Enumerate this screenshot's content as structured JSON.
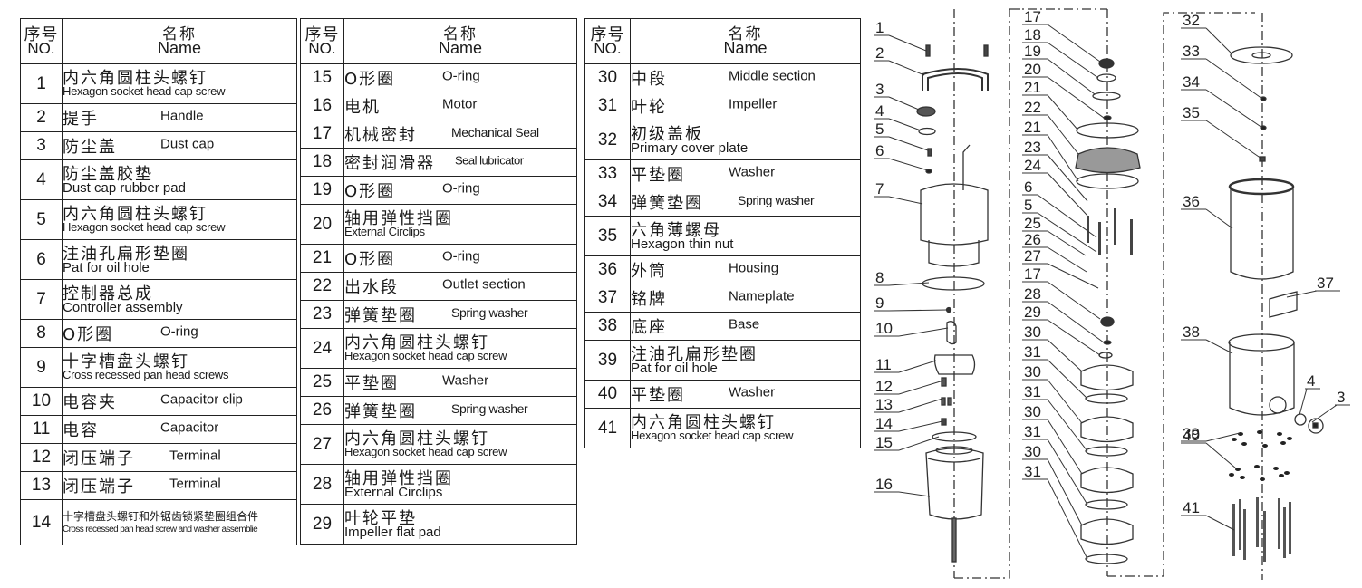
{
  "header": {
    "no_zh": "序号",
    "no_en": "NO.",
    "name_zh": "名称",
    "name_en": "Name"
  },
  "tables": [
    [
      {
        "no": "1",
        "zh": "内六角圆柱头螺钉",
        "en": "Hexagon socket head cap screw",
        "layout": "two"
      },
      {
        "no": "2",
        "zh": "提手",
        "en": "Handle",
        "layout": "inline"
      },
      {
        "no": "3",
        "zh": "防尘盖",
        "en": "Dust cap",
        "layout": "inline"
      },
      {
        "no": "4",
        "zh": "防尘盖胶垫",
        "en": "Dust cap rubber pad",
        "layout": "two-big"
      },
      {
        "no": "5",
        "zh": "内六角圆柱头螺钉",
        "en": "Hexagon socket head cap screw",
        "layout": "two"
      },
      {
        "no": "6",
        "zh": "注油孔扁形垫圈",
        "en": "Pat for oil hole",
        "layout": "two-big"
      },
      {
        "no": "7",
        "zh": "控制器总成",
        "en": "Controller assembly",
        "layout": "two-big"
      },
      {
        "no": "8",
        "zh": "O形圈",
        "en": "O-ring",
        "layout": "inline"
      },
      {
        "no": "9",
        "zh": "十字槽盘头螺钉",
        "en": "Cross recessed pan head screws",
        "layout": "two"
      },
      {
        "no": "10",
        "zh": "电容夹",
        "en": "Capacitor clip",
        "layout": "inline"
      },
      {
        "no": "11",
        "zh": "电容",
        "en": "Capacitor",
        "layout": "inline"
      },
      {
        "no": "12",
        "zh": "闭压端子",
        "en": "Terminal",
        "layout": "inline"
      },
      {
        "no": "13",
        "zh": "闭压端子",
        "en": "Terminal",
        "layout": "inline"
      },
      {
        "no": "14",
        "zh": "十字槽盘头螺钉和外锯齿锁紧垫圈组合件",
        "en": "Cross recessed pan head screw and washer assemblie",
        "layout": "tiny"
      }
    ],
    [
      {
        "no": "15",
        "zh": "O形圈",
        "en": "O-ring",
        "layout": "inline"
      },
      {
        "no": "16",
        "zh": "电机",
        "en": "Motor",
        "layout": "inline"
      },
      {
        "no": "17",
        "zh": "机械密封",
        "en": "Mechanical Seal",
        "layout": "inline"
      },
      {
        "no": "18",
        "zh": "密封润滑器",
        "en": "Seal lubricator",
        "layout": "inline"
      },
      {
        "no": "19",
        "zh": "O形圈",
        "en": "O-ring",
        "layout": "inline"
      },
      {
        "no": "20",
        "zh": "轴用弹性挡圈",
        "en": "External Circlips",
        "layout": "two"
      },
      {
        "no": "21",
        "zh": "O形圈",
        "en": "O-ring",
        "layout": "inline"
      },
      {
        "no": "22",
        "zh": "出水段",
        "en": "Outlet section",
        "layout": "inline"
      },
      {
        "no": "23",
        "zh": "弹簧垫圈",
        "en": "Spring washer",
        "layout": "inline"
      },
      {
        "no": "24",
        "zh": "内六角圆柱头螺钉",
        "en": "Hexagon socket head cap screw",
        "layout": "two"
      },
      {
        "no": "25",
        "zh": "平垫圈",
        "en": "Washer",
        "layout": "inline"
      },
      {
        "no": "26",
        "zh": "弹簧垫圈",
        "en": "Spring washer",
        "layout": "inline"
      },
      {
        "no": "27",
        "zh": "内六角圆柱头螺钉",
        "en": "Hexagon socket head cap screw",
        "layout": "two"
      },
      {
        "no": "28",
        "zh": "轴用弹性挡圈",
        "en": "External Circlips",
        "layout": "two-big"
      },
      {
        "no": "29",
        "zh": "叶轮平垫",
        "en": "Impeller flat pad",
        "layout": "two-big"
      }
    ],
    [
      {
        "no": "30",
        "zh": "中段",
        "en": "Middle section",
        "layout": "inline"
      },
      {
        "no": "31",
        "zh": "叶轮",
        "en": "Impeller",
        "layout": "inline"
      },
      {
        "no": "32",
        "zh": "初级盖板",
        "en": "Primary cover plate",
        "layout": "two-big"
      },
      {
        "no": "33",
        "zh": "平垫圈",
        "en": "Washer",
        "layout": "inline"
      },
      {
        "no": "34",
        "zh": "弹簧垫圈",
        "en": "Spring washer",
        "layout": "inline"
      },
      {
        "no": "35",
        "zh": "六角薄螺母",
        "en": "Hexagon thin nut",
        "layout": "two-big"
      },
      {
        "no": "36",
        "zh": "外筒",
        "en": "Housing",
        "layout": "inline"
      },
      {
        "no": "37",
        "zh": "铭牌",
        "en": "Nameplate",
        "layout": "inline"
      },
      {
        "no": "38",
        "zh": "底座",
        "en": "Base",
        "layout": "inline"
      },
      {
        "no": "39",
        "zh": "注油孔扁形垫圈",
        "en": "Pat for oil hole",
        "layout": "two-big"
      },
      {
        "no": "40",
        "zh": "平垫圈",
        "en": "Washer",
        "layout": "inline"
      },
      {
        "no": "41",
        "zh": "内六角圆柱头螺钉",
        "en": "Hexagon socket head cap screw",
        "layout": "two"
      }
    ]
  ],
  "callouts": {
    "column1": [
      "1",
      "2",
      "3",
      "4",
      "5",
      "6",
      "7",
      "8",
      "9",
      "10",
      "11",
      "12",
      "13",
      "14",
      "15",
      "16"
    ],
    "column2": [
      "17",
      "18",
      "19",
      "20",
      "21",
      "22",
      "21",
      "23",
      "24",
      "6",
      "5",
      "25",
      "26",
      "27",
      "17",
      "28",
      "29",
      "30",
      "31",
      "30",
      "31",
      "30",
      "31",
      "30",
      "31"
    ],
    "column3": [
      "32",
      "33",
      "34",
      "35",
      "36",
      "37",
      "38",
      "4",
      "3",
      "39",
      "40",
      "41"
    ]
  }
}
